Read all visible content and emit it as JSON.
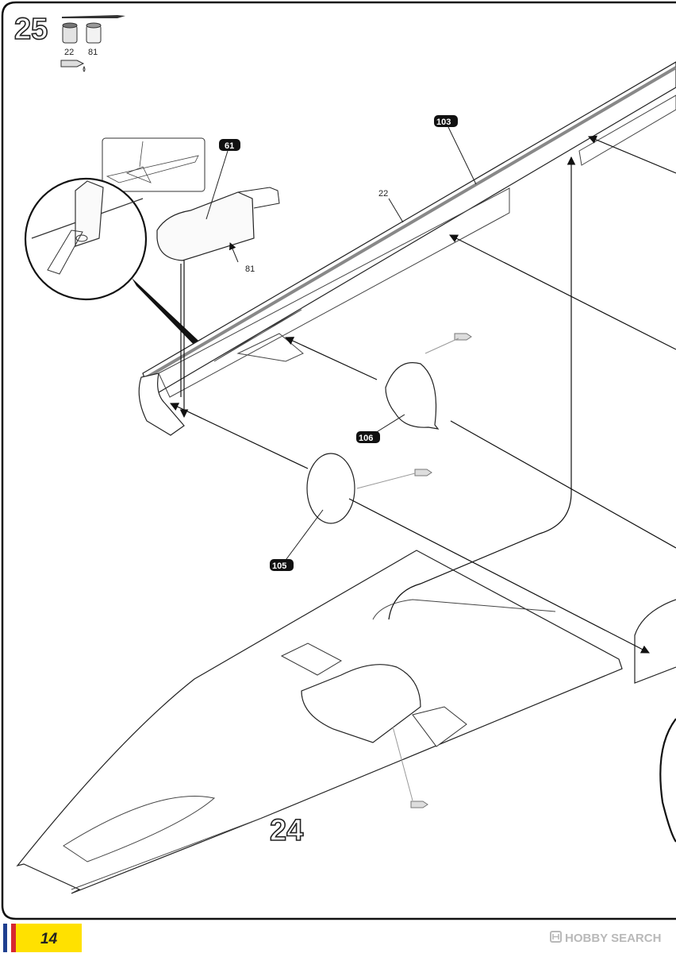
{
  "step": {
    "number": "25",
    "paint_codes": [
      "22",
      "81"
    ]
  },
  "parts": {
    "p103": "103",
    "p61": "61",
    "p106": "106",
    "p105": "105",
    "ref24": "24"
  },
  "labels": {
    "paint_22": "22",
    "paint_81": "81"
  },
  "footer": {
    "page_number": "14",
    "brand": "HOBBY SEARCH",
    "flag_colors": [
      "#1f3f8f",
      "#ffffff",
      "#d7282f"
    ],
    "page_tab_color": "#ffe100"
  },
  "icons": [
    "paintbrush-icon",
    "paint-jar-icon",
    "glue-tube-icon"
  ]
}
